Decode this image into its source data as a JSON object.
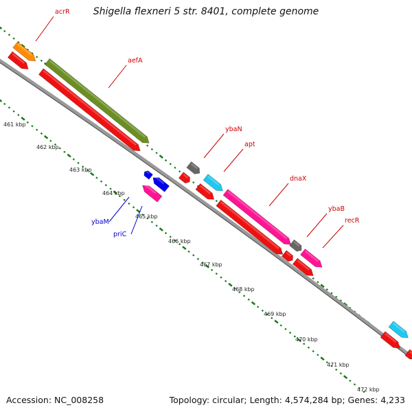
{
  "title": "Shigella flexneri 5 str. 8401, complete genome",
  "accession_text": "Accession: NC_008258",
  "summary_text": "Topology: circular; Length: 4,574,284 bp; Genes: 4,233",
  "colors": {
    "backbone": "#9a9a9a",
    "tick": "#1a7a1a",
    "orf": "#ee1111",
    "gene_label_forward": "#cc0000",
    "gene_label_reverse": "#0000cc"
  },
  "scale_labels": [
    "461 kbp",
    "462 kbp",
    "463 kbp",
    "464 kbp",
    "465 kbp",
    "466 kbp",
    "467 kbp",
    "468 kbp",
    "469 kbp",
    "470 kbp",
    "471 kbp",
    "472 kbp"
  ],
  "genes": [
    {
      "name": "acrR",
      "color": "#ff8c00",
      "strand": "+"
    },
    {
      "name": "aefA",
      "color": "#6b8e23",
      "strand": "+"
    },
    {
      "name": "ybaN",
      "color": "#666666",
      "strand": "+"
    },
    {
      "name": "apt",
      "color": "#1ec8f0",
      "strand": "+"
    },
    {
      "name": "dnaX",
      "color": "#ff1493",
      "strand": "+"
    },
    {
      "name": "ybaB",
      "color": "#666666",
      "strand": "+"
    },
    {
      "name": "recR",
      "color": "#ff1493",
      "strand": "+"
    },
    {
      "name": "ybaM",
      "color": "#0000ee",
      "strand": "-"
    },
    {
      "name": "priC",
      "color": "#ff1493",
      "strand": "-"
    }
  ]
}
